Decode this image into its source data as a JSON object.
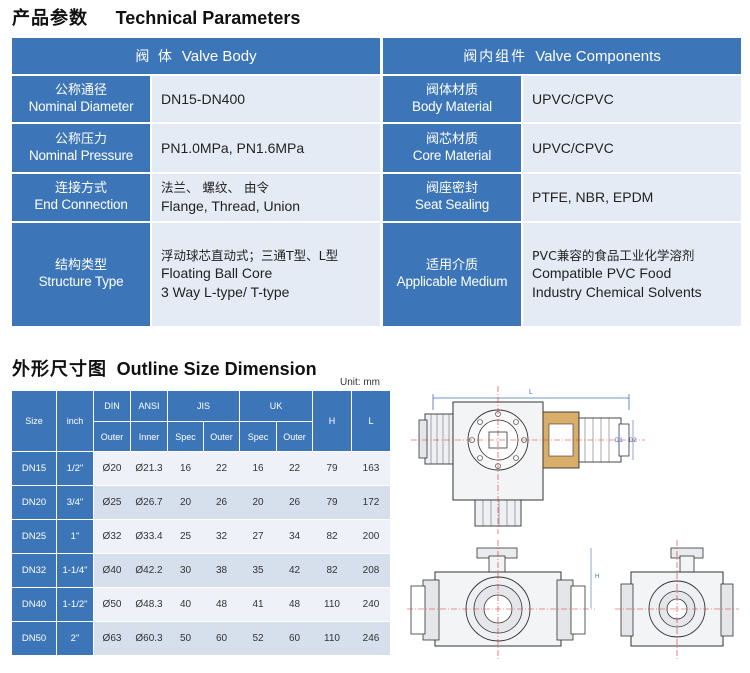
{
  "technical": {
    "title_zh": "产品参数",
    "title_en": "Technical Parameters",
    "left_header_zh": "阀 体",
    "left_header_en": "Valve Body",
    "right_header_zh": "阀内组件",
    "right_header_en": "Valve Components",
    "rows": [
      {
        "left_zh": "公称通径",
        "left_en": "Nominal Diameter",
        "left_value": "DN15-DN400",
        "right_zh": "阀体材质",
        "right_en": "Body Material",
        "right_value": "UPVC/CPVC"
      },
      {
        "left_zh": "公称压力",
        "left_en": "Nominal Pressure",
        "left_value": "PN1.0MPa, PN1.6MPa",
        "right_zh": "阀芯材质",
        "right_en": "Core Material",
        "right_value": "UPVC/CPVC"
      },
      {
        "left_zh": "连接方式",
        "left_en": "End Connection",
        "left_value_zh": "法兰、 螺纹、 由令",
        "left_value": "Flange, Thread, Union",
        "right_zh": "阀座密封",
        "right_en": "Seat Sealing",
        "right_value": "PTFE, NBR, EPDM"
      },
      {
        "left_zh": "结构类型",
        "left_en": "Structure Type",
        "left_value_zh": "浮动球芯直动式；三通T型、L型",
        "left_value_1": "Floating Ball Core",
        "left_value_2": "3 Way L-type/ T-type",
        "right_zh": "适用介质",
        "right_en": "Applicable Medium",
        "right_value_zh": "PVC兼容的食品工业化学溶剂",
        "right_value_1": "Compatible PVC Food",
        "right_value_2": "Industry Chemical Solvents"
      }
    ]
  },
  "outline": {
    "title_zh": "外形尺寸图",
    "title_en": "Outline Size Dimension",
    "unit": "Unit: mm",
    "headers": {
      "size": "Size",
      "inch": "inch",
      "din": "DIN",
      "ansi": "ANSI",
      "jis": "JIS",
      "uk": "UK",
      "h": "H",
      "l": "L",
      "outer": "Outer",
      "inner": "Inner",
      "spec": "Spec"
    },
    "rows": [
      [
        "DN15",
        "1/2\"",
        "Ø20",
        "Ø21.3",
        "16",
        "22",
        "16",
        "22",
        "79",
        "163"
      ],
      [
        "DN20",
        "3/4\"",
        "Ø25",
        "Ø26.7",
        "20",
        "26",
        "20",
        "26",
        "79",
        "172"
      ],
      [
        "DN25",
        "1\"",
        "Ø32",
        "Ø33.4",
        "25",
        "32",
        "27",
        "34",
        "82",
        "200"
      ],
      [
        "DN32",
        "1-1/4\"",
        "Ø40",
        "Ø42.2",
        "30",
        "38",
        "35",
        "42",
        "82",
        "208"
      ],
      [
        "DN40",
        "1-1/2\"",
        "Ø50",
        "Ø48.3",
        "40",
        "48",
        "41",
        "48",
        "110",
        "240"
      ],
      [
        "DN50",
        "2\"",
        "Ø63",
        "Ø60.3",
        "50",
        "60",
        "52",
        "60",
        "110",
        "246"
      ]
    ]
  },
  "drawing": {
    "dim_l": "L",
    "dim_d1": "D1",
    "dim_d2": "D2",
    "dim_h": "H"
  },
  "colors": {
    "header_blue": "#3d76b8",
    "value_bg": "#e4ebf4",
    "band_light": "#eef2f8",
    "band_dark": "#d6e0ed",
    "line_red": "#d9302a",
    "line_blue": "#3f6fb5"
  }
}
